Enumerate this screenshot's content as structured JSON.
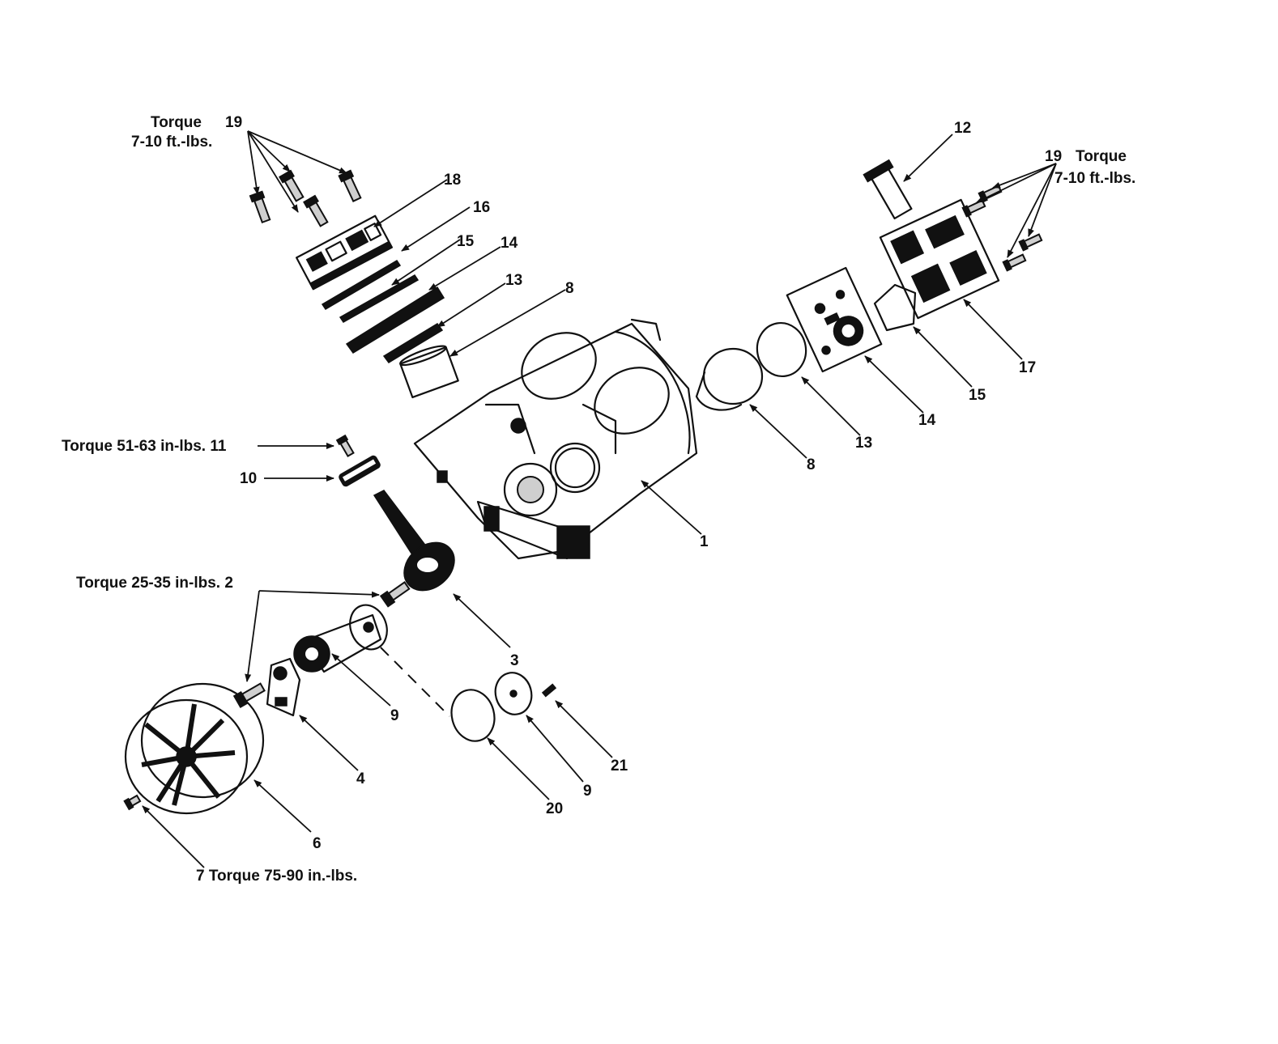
{
  "labels": {
    "l19a_text": "Torque",
    "l19a_num": "19",
    "l19a_spec": "7-10 ft.-lbs.",
    "l18": "18",
    "l16a": "16",
    "l15a": "15",
    "l14a": "14",
    "l13a": "13",
    "l8a": "8",
    "l11": "Torque 51-63 in-lbs. 11",
    "l10": "10",
    "l2": "Torque 25-35 in-lbs. 2",
    "l3": "3",
    "l9a": "9",
    "l4": "4",
    "l6": "6",
    "l7": "7  Torque 75-90 in.-lbs.",
    "l20": "20",
    "l9b": "9",
    "l21": "21",
    "l1": "1",
    "l8b": "8",
    "l13b": "13",
    "l14b": "14",
    "l15b": "15",
    "l17": "17",
    "l12": "12",
    "l19b_num": "19",
    "l19b_text": "Torque",
    "l19b_spec": "7-10 ft.-lbs."
  }
}
